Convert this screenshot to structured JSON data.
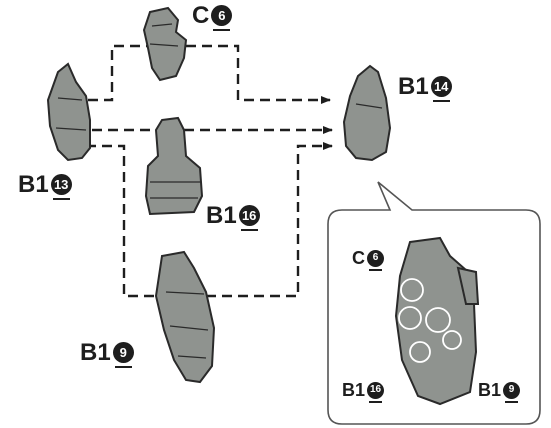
{
  "labels": {
    "c6": {
      "code": "C",
      "num": "6"
    },
    "b1_14": {
      "code": "B1",
      "num": "14"
    },
    "b1_13": {
      "code": "B1",
      "num": "13"
    },
    "b1_16": {
      "code": "B1",
      "num": "16"
    },
    "b1_9": {
      "code": "B1",
      "num": "9"
    }
  },
  "inset": {
    "c6": {
      "code": "C",
      "num": "6"
    },
    "b1_16": {
      "code": "B1",
      "num": "16"
    },
    "b1_9": {
      "code": "B1",
      "num": "9"
    }
  },
  "colors": {
    "part_fill": "#8f938f",
    "part_stroke": "#2a2a2a",
    "line": "#1e1e1e",
    "inset_border": "#555555"
  }
}
